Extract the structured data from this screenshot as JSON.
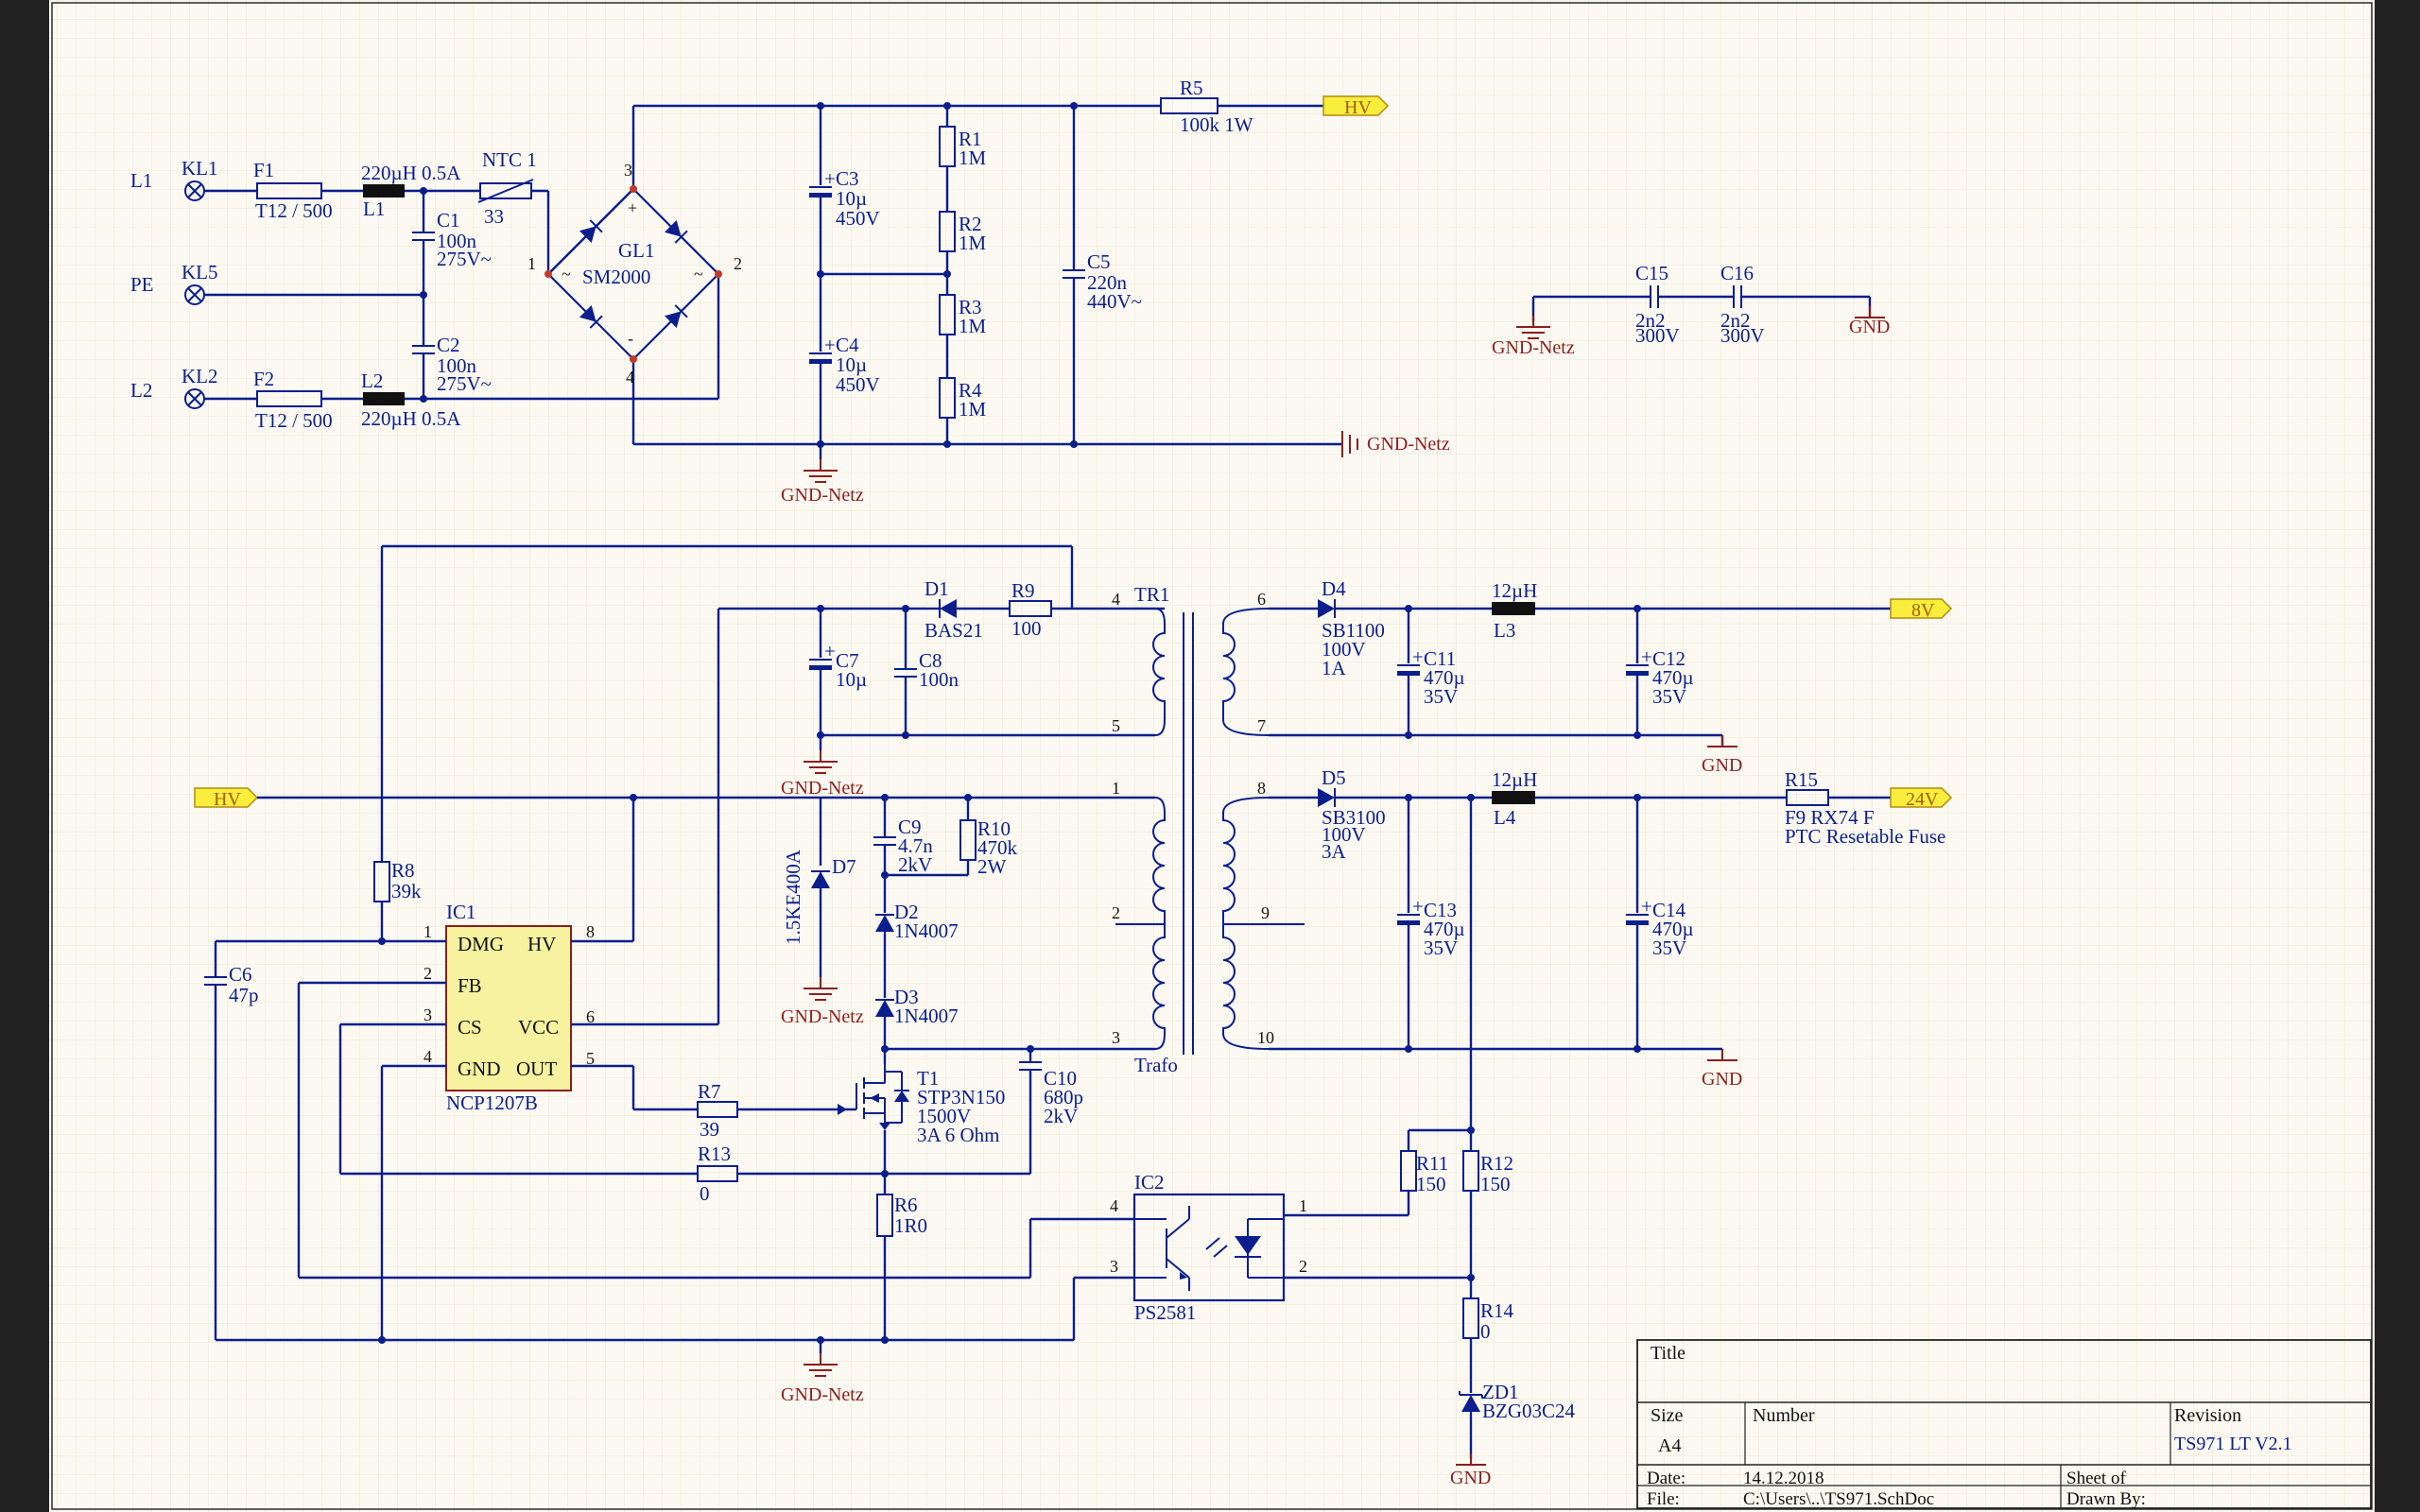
{
  "ports": {
    "hv_top": "HV",
    "hv_left": "HV",
    "v8": "8V",
    "v24": "24V"
  },
  "gnd_net": "GND-Netz",
  "gnd": "GND",
  "input": {
    "kl1": "KL1",
    "kl5": "KL5",
    "kl2": "KL2",
    "l1": "L1",
    "pe": "PE",
    "l2": "L2",
    "f1": "F1",
    "f1_val": "T12 / 500",
    "f2": "F2",
    "f2_val": "T12 / 500",
    "ind_l1": "L1",
    "ind_l1_val": "220µH 0.5A",
    "ind_l2": "L2",
    "ind_l2_val": "220µH 0.5A",
    "ntc": "NTC 1",
    "ntc_val": "33",
    "c1": "C1",
    "c1_v1": "100n",
    "c1_v2": "275V~",
    "c2": "C2",
    "c2_v1": "100n",
    "c2_v2": "275V~",
    "gl1": "GL1",
    "gl1_val": "SM2000",
    "c3": "C3",
    "c3_v1": "10µ",
    "c3_v2": "450V",
    "c4": "C4",
    "c4_v1": "10µ",
    "c4_v2": "450V",
    "r1": "R1",
    "r1_v": "1M",
    "r2": "R2",
    "r2_v": "1M",
    "r3": "R3",
    "r3_v": "1M",
    "r4": "R4",
    "r4_v": "1M",
    "c5": "C5",
    "c5_v1": "220n",
    "c5_v2": "440V~",
    "r5": "R5",
    "r5_v": "100k 1W"
  },
  "ygroup": {
    "c15": "C15",
    "c15_v1": "2n2",
    "c15_v2": "300V",
    "c16": "C16",
    "c16_v1": "2n2",
    "c16_v2": "300V"
  },
  "ctrl": {
    "ic1": "IC1",
    "ic1_part": "NCP1207B",
    "p_dmg": "DMG",
    "p_hv": "HV",
    "p_fb": "FB",
    "p_cs": "CS",
    "p_vcc": "VCC",
    "p_gnd": "GND",
    "p_out": "OUT",
    "r8": "R8",
    "r8_v": "39k",
    "c6": "C6",
    "c6_v": "47p",
    "c7": "C7",
    "c7_v": "10µ",
    "c8": "C8",
    "c8_v": "100n",
    "d1": "D1",
    "d1_v": "BAS21",
    "r9": "R9",
    "r9_v": "100",
    "d7": "D7",
    "d7_v": "1.5KE400A",
    "c9": "C9",
    "c9_v1": "4.7n",
    "c9_v2": "2kV",
    "r10": "R10",
    "r10_v1": "470k",
    "r10_v2": "2W",
    "d2": "D2",
    "d2_v": "1N4007",
    "d3": "D3",
    "d3_v": "1N4007",
    "r7": "R7",
    "r7_v": "39",
    "r13": "R13",
    "r13_v": "0",
    "t1": "T1",
    "t1_v1": "STP3N150",
    "t1_v2": "1500V",
    "t1_v3": "3A 6 Ohm",
    "c10": "C10",
    "c10_v1": "680p",
    "c10_v2": "2kV",
    "r6": "R6",
    "r6_v": "1R0"
  },
  "trafo": {
    "tr1": "TR1",
    "name": "Trafo"
  },
  "out": {
    "d4": "D4",
    "d4_v1": "SB1100",
    "d4_v2": "100V",
    "d4_v3": "1A",
    "c11": "C11",
    "c11_v1": "470µ",
    "c11_v2": "35V",
    "l3": "L3",
    "l3_v": "12µH",
    "c12": "C12",
    "c12_v1": "470µ",
    "c12_v2": "35V",
    "d5": "D5",
    "d5_v1": "SB3100",
    "d5_v2": "100V",
    "d5_v3": "3A",
    "c13": "C13",
    "c13_v1": "470µ",
    "c13_v2": "35V",
    "l4": "L4",
    "l4_v": "12µH",
    "c14": "C14",
    "c14_v1": "470µ",
    "c14_v2": "35V",
    "r15": "R15",
    "r15_v1": "F9 RX74 F",
    "r15_v2": "PTC Resetable Fuse"
  },
  "fb": {
    "ic2": "IC2",
    "ic2_part": "PS2581",
    "r11": "R11",
    "r11_v": "150",
    "r12": "R12",
    "r12_v": "150",
    "r14": "R14",
    "r14_v": "0",
    "zd1": "ZD1",
    "zd1_v": "BZG03C24"
  },
  "title_block": {
    "title_label": "Title",
    "size_label": "Size",
    "size": "A4",
    "number_label": "Number",
    "revision_label": "Revision",
    "revision": "TS971 LT V2.1",
    "date_label": "Date:",
    "date": "14.12.2018",
    "sheet_label": "Sheet    of",
    "file_label": "File:",
    "file": "C:\\Users\\..\\TS971.SchDoc",
    "drawn_label": "Drawn By:"
  }
}
